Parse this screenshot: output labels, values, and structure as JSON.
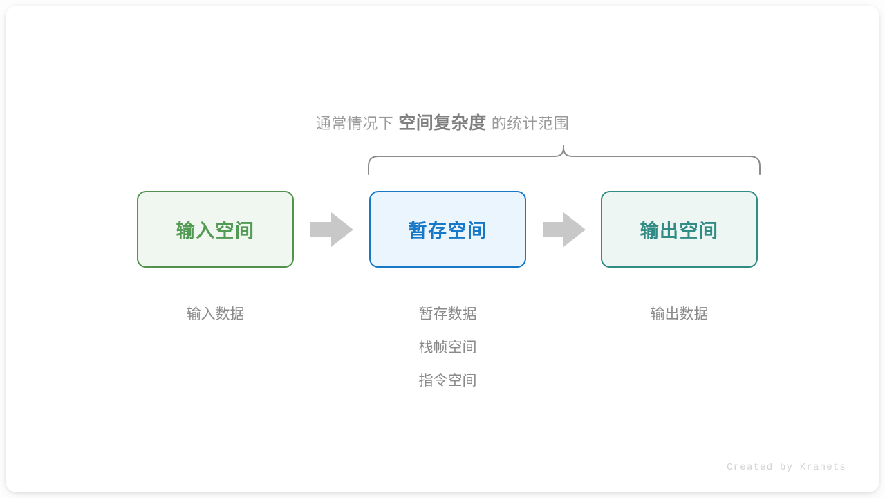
{
  "diagram": {
    "brace_label": {
      "prefix": "通常情况下",
      "emphasis": "空间复杂度",
      "suffix": "的统计范围"
    },
    "brace": {
      "name": "curly-brace",
      "color": "#8c8c8c"
    },
    "boxes": [
      {
        "id": "input",
        "label": "输入空间",
        "border_color": "#54914f",
        "fill_color": "#f0f7f0",
        "text_color": "#539a55"
      },
      {
        "id": "temp",
        "label": "暂存空间",
        "border_color": "#1878c8",
        "fill_color": "#eaf5fd",
        "text_color": "#1878c8"
      },
      {
        "id": "output",
        "label": "输出空间",
        "border_color": "#318c86",
        "fill_color": "#eef6f4",
        "text_color": "#318c86"
      }
    ],
    "arrows": [
      {
        "id": "arrow-1",
        "direction": "right",
        "color": "#c8c8c8"
      },
      {
        "id": "arrow-2",
        "direction": "right",
        "color": "#c8c8c8"
      }
    ],
    "captions": [
      {
        "id": "input",
        "lines": [
          "输入数据"
        ]
      },
      {
        "id": "temp",
        "lines": [
          "暂存数据",
          "栈帧空间",
          "指令空间"
        ]
      },
      {
        "id": "output",
        "lines": [
          "输出数据"
        ]
      }
    ],
    "credit": "Created by Krahets"
  }
}
